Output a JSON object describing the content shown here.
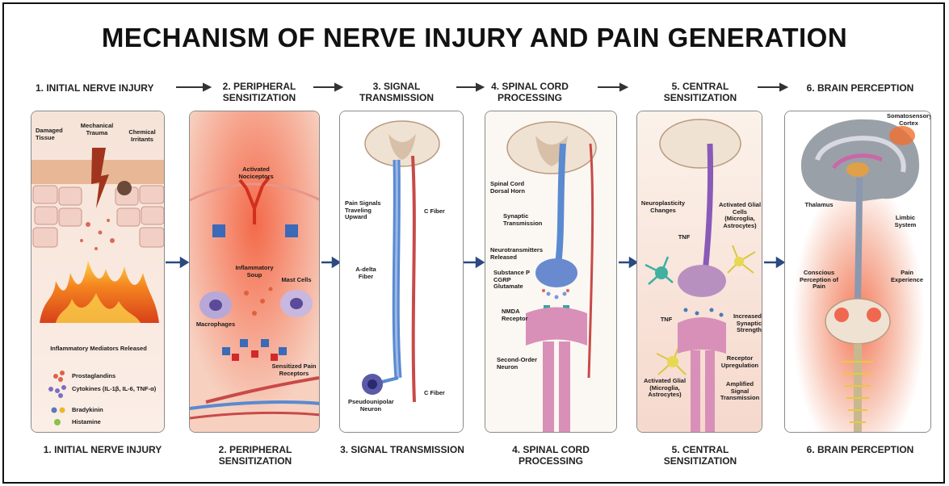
{
  "title": "MECHANISM OF NERVE INJURY AND PAIN GENERATION",
  "stages": [
    {
      "header": "1. INITIAL NERVE INJURY",
      "footer": "1. INITIAL NERVE INJURY"
    },
    {
      "header": "2. PERIPHERAL SENSITIZATION",
      "footer": "2. PERIPHERAL SENSITIZATION"
    },
    {
      "header": "3. SIGNAL TRANSMISSION",
      "footer": "3. SIGNAL TRANSMISSION"
    },
    {
      "header": "4. SPINAL CORD PROCESSING",
      "footer": "4. SPINAL CORD PROCESSING"
    },
    {
      "header": "5. CENTRAL SENSITIZATION",
      "footer": "5. CENTRAL SENSITIZATION"
    },
    {
      "header": "6. BRAIN PERCEPTION",
      "footer": "6. BRAIN PERCEPTION"
    }
  ],
  "panel1": {
    "damaged_tissue": "Damaged Tissue",
    "mechanical_trauma": "Mechanical Trauma",
    "chemical_irritants": "Chemical Irritants",
    "inflammatory_mediators": "Inflammatory Mediators Released",
    "legend": [
      {
        "label": "Prostaglandins",
        "color": "#e0604a"
      },
      {
        "label": "Cytokines (IL-1β, IL-6, TNF-α)",
        "color": "#7a6fc0"
      },
      {
        "label": "Bradykinin",
        "color": "#e8b830"
      },
      {
        "label": "Histamine",
        "color": "#8cc04a"
      }
    ]
  },
  "panel2": {
    "activated_nociceptors": "Activated Nociceptors",
    "inflammatory_soup": "Inflammatory Soup",
    "mast_cells": "Mast Cells",
    "macrophages": "Macrophages",
    "sensitized_receptors": "Sensitized Pain Receptors"
  },
  "panel3": {
    "pain_signals": "Pain Signals Traveling Upward",
    "c_fiber_top": "C Fiber",
    "a_delta": "A-delta Fiber",
    "c_fiber_bottom": "C Fiber",
    "pseudounipolar": "Pseudounipolar Neuron"
  },
  "panel4": {
    "dorsal_horn": "Spinal Cord Dorsal Horn",
    "synaptic_transmission": "Synaptic Transmission",
    "neurotransmitters": "Neurotransmitters Released",
    "substances": "Substance P CGRP Glutamate",
    "nmda": "NMDA Receptor",
    "second_order": "Second-Order Neuron"
  },
  "panel5": {
    "neuroplasticity": "Neuroplasticity Changes",
    "activated_glial_top": "Activated Glial Cells (Microglia, Astrocytes)",
    "tnf_top": "TNF",
    "tnf_bottom": "TNF",
    "increased_synaptic": "Increased Synaptic Strength",
    "receptor_upregulation": "Receptor Upregulation",
    "activated_glial_bottom": "Activated Glial (Microglia, Astrocytes)",
    "amplified_signal": "Amplified Signal Transmission"
  },
  "panel6": {
    "somatosensory": "Somatosensory Cortex",
    "thalamus": "Thalamus",
    "limbic": "Limbic System",
    "conscious": "Conscious Perception of Pain",
    "pain_experience": "Pain Experience"
  },
  "colors": {
    "flame": "#f07a20",
    "tissue": "#e9b8a8",
    "nerve_blue": "#5a8ad0",
    "nerve_red": "#c84a48",
    "neuron_pink": "#d890b8",
    "glow": "#f04a30"
  }
}
